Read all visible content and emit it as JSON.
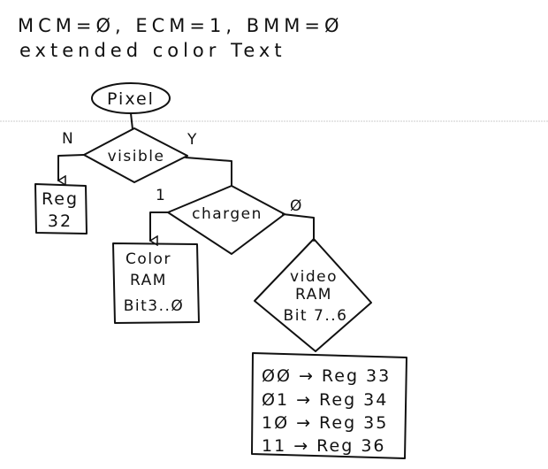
{
  "header": {
    "line1": "MCM=Ø, ECM=1, BMM=Ø",
    "line2": "extended color Text"
  },
  "flow": {
    "start": "Pixel",
    "visible": {
      "label": "visible",
      "no": "N",
      "yes": "Y"
    },
    "reg32": [
      "Reg",
      "32"
    ],
    "chargen": {
      "label": "chargen",
      "one": "1",
      "zero": "Ø"
    },
    "color_ram": [
      "Color",
      "RAM",
      "Bit3..Ø"
    ],
    "video_ram": [
      "video",
      "RAM",
      "Bit 7..6"
    ],
    "mapping": [
      "ØØ → Reg 33",
      "Ø1 → Reg 34",
      "1Ø → Reg 35",
      "11 → Reg 36"
    ]
  }
}
